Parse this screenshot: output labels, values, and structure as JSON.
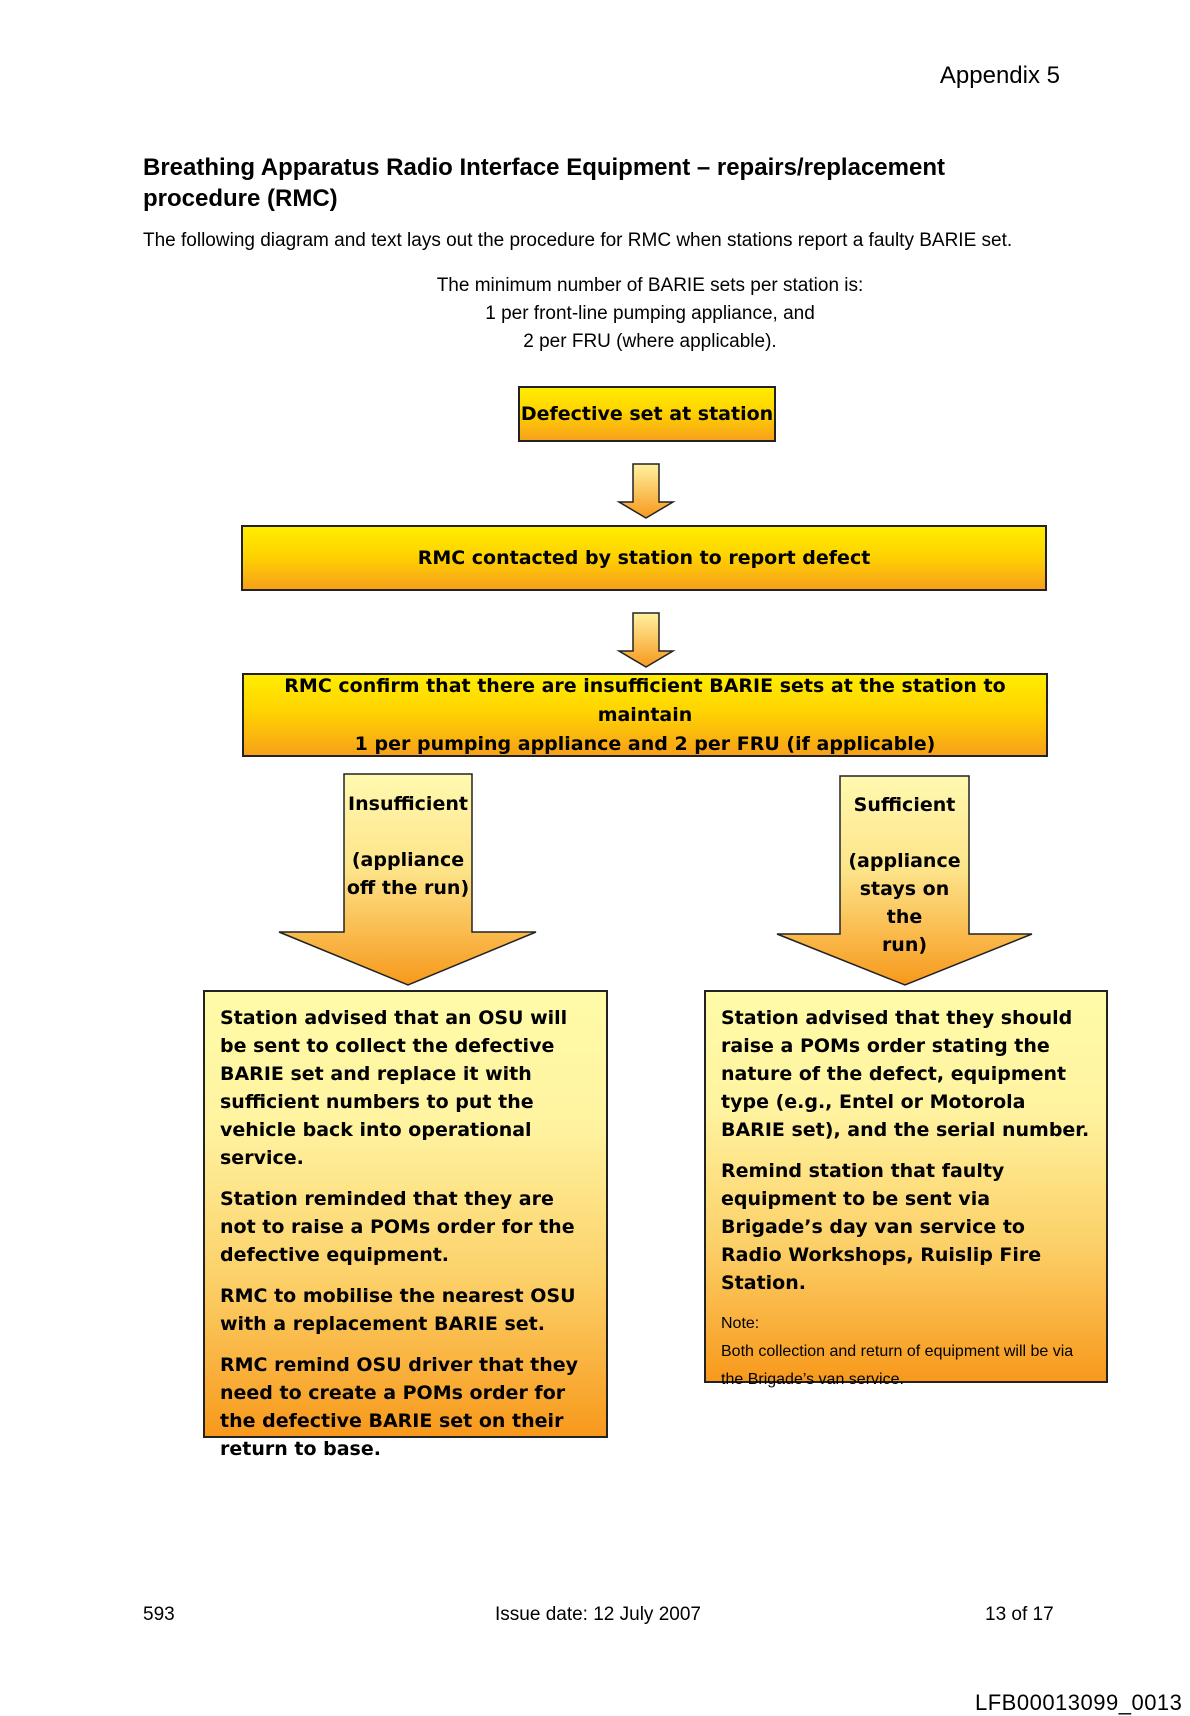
{
  "header": {
    "appendix": "Appendix 5"
  },
  "title": "Breathing Apparatus Radio Interface Equipment – repairs/replacement procedure (RMC)",
  "intro": "The following diagram and text lays out the procedure for RMC when stations report a faulty BARIE set.",
  "minimum": {
    "line1": "The minimum number of BARIE sets per station is:",
    "line2": "1 per front-line pumping appliance, and",
    "line3": "2 per FRU (where applicable)."
  },
  "flow": {
    "step1": "Defective set at station",
    "step2": "RMC contacted by station to report defect",
    "step3_line1": "RMC confirm that there are insufficient BARIE sets at the station to maintain",
    "step3_line2": "1 per pumping appliance and 2 per FRU (if applicable)",
    "left_branch": {
      "label": "Insufficient",
      "sub_line1": "(appliance",
      "sub_line2": "off the run)"
    },
    "right_branch": {
      "label": "Sufficient",
      "sub_line1": "(appliance",
      "sub_line2": "stays on the",
      "sub_line3": "run)"
    },
    "left_box": {
      "p1": "Station advised that an OSU will be sent to collect the defective BARIE set and replace it with sufficient numbers to put the vehicle back into operational service.",
      "p2": "Station reminded that they are not to raise a POMs order for the defective equipment.",
      "p3": "RMC to mobilise the nearest OSU with a replacement BARIE set.",
      "p4": "RMC remind OSU driver that they need to create a POMs order for the defective BARIE set on their return to base."
    },
    "right_box": {
      "p1": "Station advised that they should raise a POMs order stating the nature of the defect, equipment type (e.g., Entel or Motorola BARIE set), and the serial number.",
      "p2": "Remind station that faulty equipment to be sent via Brigade’s day van service to Radio Workshops, Ruislip Fire Station.",
      "note_label": "Note:",
      "note_text": "Both collection and return of equipment will be via the Brigade’s van service."
    }
  },
  "footer": {
    "page_ref": "593",
    "issue_date": "Issue date: 12 July 2007",
    "page_of": "13 of 17"
  },
  "watermark": "LFB00013099_0013",
  "colors": {
    "fill_top": "#ffed00",
    "fill_bottom": "#f7a11a",
    "light_top": "#fffba8",
    "border": "#222222"
  }
}
